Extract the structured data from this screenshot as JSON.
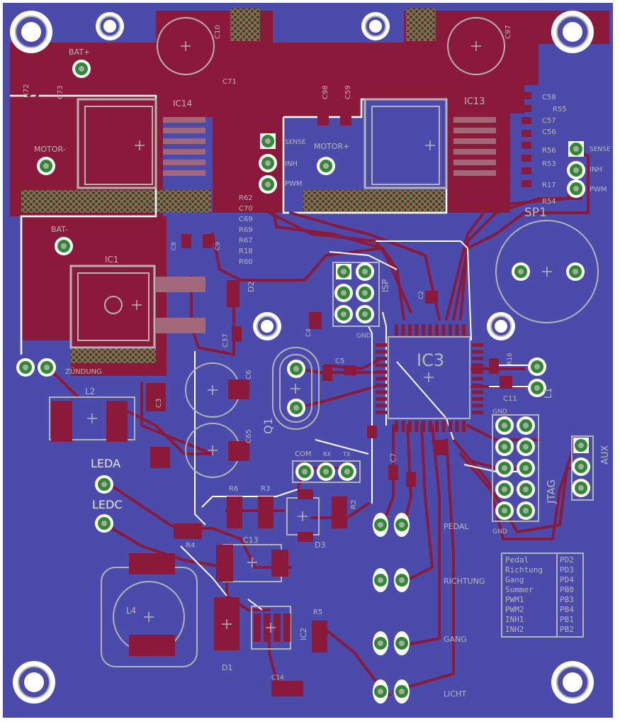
{
  "colors": {
    "board": "#4b4bac",
    "copper_top": "#8b1a3a",
    "silk": "#b3b3b3",
    "pad_green": "#2f8a2f",
    "via_hatch": "#4aa04a",
    "outline": "#ffffff"
  },
  "pin_labels": {
    "bat_plus": "BAT+",
    "bat_minus": "BAT-",
    "motor_minus": "MOTOR-",
    "motor_plus": "MOTOR+",
    "zundung": "ZÜNDUNG",
    "sense_left": "SENSE",
    "inh_left": "INH",
    "pwm_left": "PWM",
    "sense_right": "SENSE",
    "inh_right": "INH",
    "pwm_right": "PWM",
    "com": "COM",
    "rx": "RX",
    "tx": "TX",
    "gnd_isp": "GND",
    "gnd_jtag_top": "GND",
    "gnd_jtag_bottom": "GND",
    "jtag": "JTAG",
    "aux": "AUX",
    "isp": "ISP",
    "leda": "LEDA",
    "ledc": "LEDC",
    "pedal": "PEDAL",
    "richtung": "RICHTUNG",
    "gang": "GANG",
    "licht": "LICHT"
  },
  "components": {
    "ic1": "IC1",
    "ic2": "IC2",
    "ic3": "IC3",
    "ic13": "IC13",
    "ic14": "IC14",
    "q1": "Q1",
    "sp1": "SP1",
    "l1": "L1",
    "l2": "L2",
    "l4": "L4",
    "d1": "D1",
    "d2": "D2",
    "d3": "D3",
    "c3": "C3",
    "c5": "C5",
    "c6": "C6",
    "c7": "C7",
    "c8": "C8",
    "c9": "C9",
    "c10": "C10",
    "c11": "C11",
    "c13": "C13",
    "c14": "C14",
    "c37": "C37",
    "c56": "C56",
    "c57": "C57",
    "c58": "C58",
    "c59": "C59",
    "c65": "C65",
    "c71": "C71",
    "c73": "C73",
    "c97": "C97",
    "c98": "C98",
    "r2": "R2",
    "r3": "R3",
    "r4": "R4",
    "r5": "R5",
    "r6": "R6",
    "r17": "R17",
    "r53": "R53",
    "r54": "R54",
    "r55": "R55",
    "r56": "R56",
    "r72": "R72",
    "c2": "C2",
    "c4": "C4",
    "r16": "R16"
  },
  "stacked_labels": [
    "R62",
    "C70",
    "C69",
    "R69",
    "R67",
    "R18",
    "R60"
  ],
  "pin_table": {
    "rows": [
      {
        "signal": "Pedal",
        "port": "PD2"
      },
      {
        "signal": "Richtung",
        "port": "PD3"
      },
      {
        "signal": "Gang",
        "port": "PD4"
      },
      {
        "signal": "Summer",
        "port": "PB0"
      },
      {
        "signal": "PWM1",
        "port": "PB3"
      },
      {
        "signal": "PWM2",
        "port": "PB4"
      },
      {
        "signal": "INH1",
        "port": "PB1"
      },
      {
        "signal": "INH2",
        "port": "PB2"
      }
    ]
  }
}
